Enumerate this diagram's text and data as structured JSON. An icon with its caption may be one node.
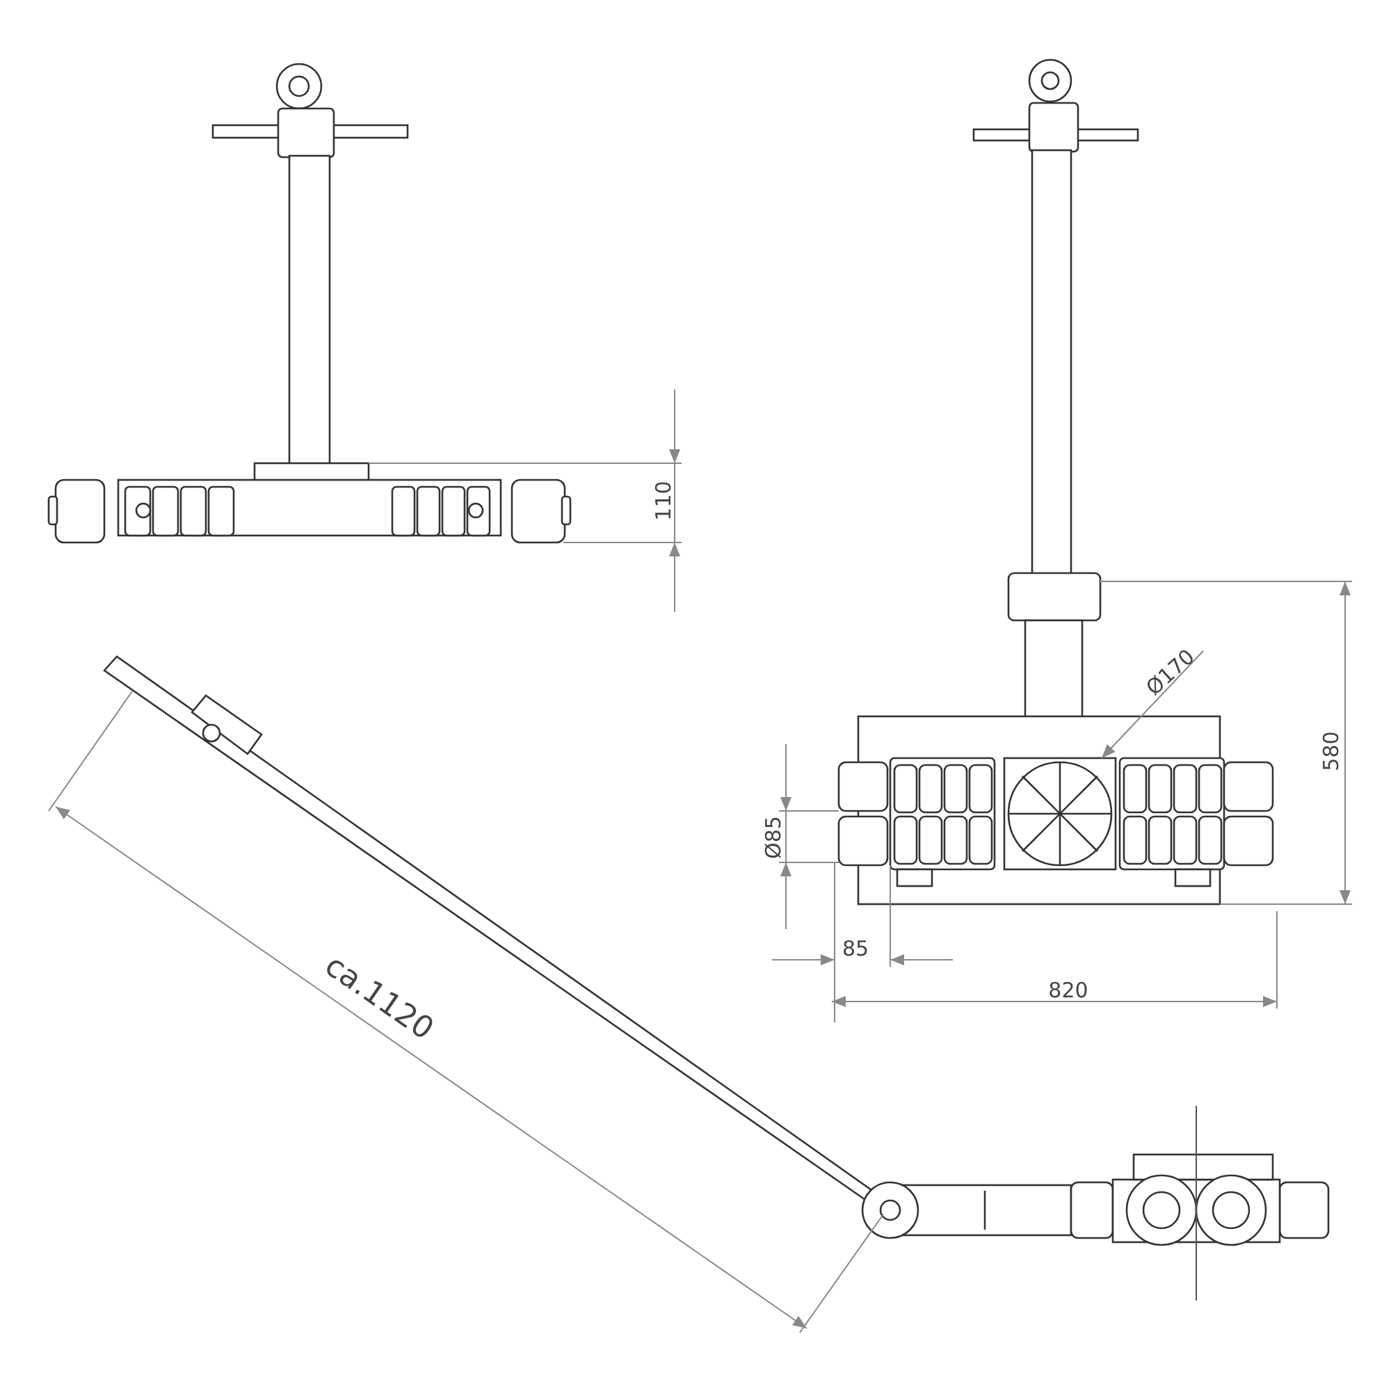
{
  "diagram": {
    "labels": [
      "110",
      "Ø170",
      "580",
      "Ø85",
      "85",
      "820",
      "ca.1120"
    ]
  }
}
